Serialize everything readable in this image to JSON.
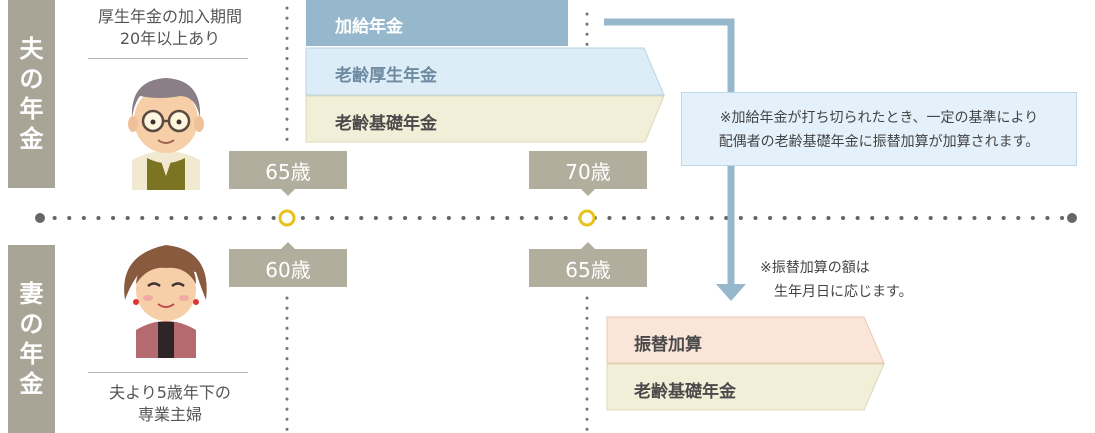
{
  "husband": {
    "side_label": [
      "夫",
      "の",
      "年",
      "金"
    ],
    "note_line1": "厚生年金の加入期間",
    "note_line2": "20年以上あり",
    "age_start": "65歳",
    "age_end": "70歳",
    "bands": {
      "kakyu": "加給年金",
      "kosei": "老齢厚生年金",
      "kiso": "老齢基礎年金"
    }
  },
  "wife": {
    "side_label": [
      "妻",
      "の",
      "年",
      "金"
    ],
    "note_line1": "夫より5歳年下の",
    "note_line2": "専業主婦",
    "age_start": "60歳",
    "age_end": "65歳",
    "bands": {
      "furikae": "振替加算",
      "kiso": "老齢基礎年金"
    }
  },
  "callout": {
    "line1": "※加給年金が打ち切られたとき、一定の基準により",
    "line2": "配偶者の老齢基礎年金に振替加算が加算されます。"
  },
  "note": {
    "line1": "※振替加算の額は",
    "line2": "生年月日に応じます。"
  },
  "colors": {
    "sidebar": "#a8a597",
    "tag": "#b1ae9e",
    "kakyu": "#97b8cc",
    "kosei": "#dcedf8",
    "kiso": "#f2efd9",
    "furikae": "#fbe4d8",
    "arrow": "#97b8cc",
    "timeline_dot": "#666666",
    "milestone": "#e8c21b"
  },
  "icons": [
    "husband-avatar",
    "wife-avatar",
    "down-arrow-icon"
  ]
}
